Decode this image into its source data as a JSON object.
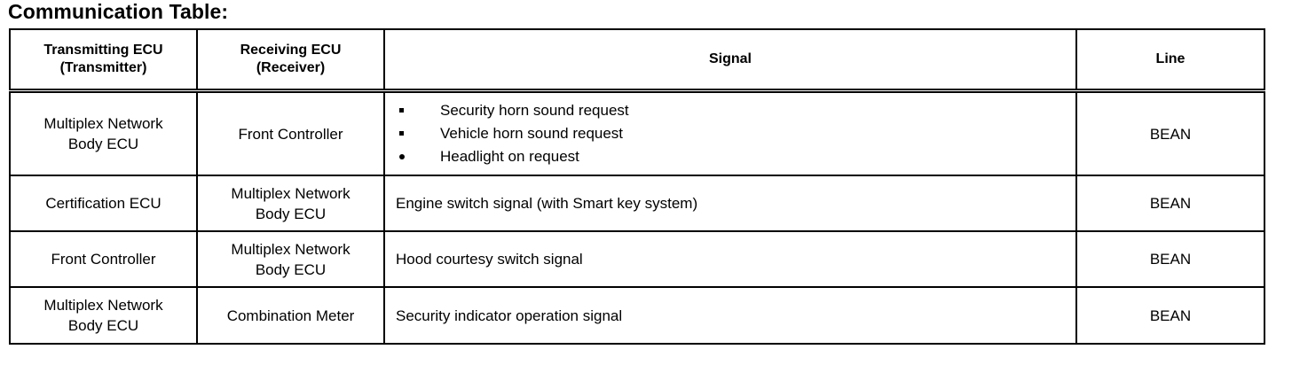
{
  "page": {
    "title": "Communication Table:"
  },
  "table": {
    "headers": {
      "transmitter_line1": "Transmitting ECU",
      "transmitter_line2": "(Transmitter)",
      "receiver_line1": "Receiving ECU",
      "receiver_line2": "(Receiver)",
      "signal": "Signal",
      "line": "Line"
    },
    "rows": [
      {
        "transmitter_line1": "Multiplex Network",
        "transmitter_line2": "Body ECU",
        "receiver_line1": "Front Controller",
        "receiver_line2": "",
        "signal_type": "bullets",
        "signal_bullets": [
          {
            "marker": "square-bullet-icon",
            "text": "Security horn sound request"
          },
          {
            "marker": "square-bullet-icon",
            "text": "Vehicle horn sound request"
          },
          {
            "marker": "round-bullet-icon",
            "text": "Headlight on request"
          }
        ],
        "line": "BEAN"
      },
      {
        "transmitter_line1": "Certification ECU",
        "transmitter_line2": "",
        "receiver_line1": "Multiplex Network",
        "receiver_line2": "Body ECU",
        "signal_type": "text",
        "signal_text": "Engine switch signal (with Smart key system)",
        "line": "BEAN"
      },
      {
        "transmitter_line1": "Front Controller",
        "transmitter_line2": "",
        "receiver_line1": "Multiplex Network",
        "receiver_line2": "Body ECU",
        "signal_type": "text",
        "signal_text": "Hood courtesy switch signal",
        "line": "BEAN"
      },
      {
        "transmitter_line1": "Multiplex Network",
        "transmitter_line2": "Body ECU",
        "receiver_line1": "Combination Meter",
        "receiver_line2": "",
        "signal_type": "text",
        "signal_text": "Security indicator operation signal",
        "line": "BEAN"
      }
    ]
  },
  "colors": {
    "background": "#ffffff",
    "text": "#000000",
    "border": "#000000"
  }
}
